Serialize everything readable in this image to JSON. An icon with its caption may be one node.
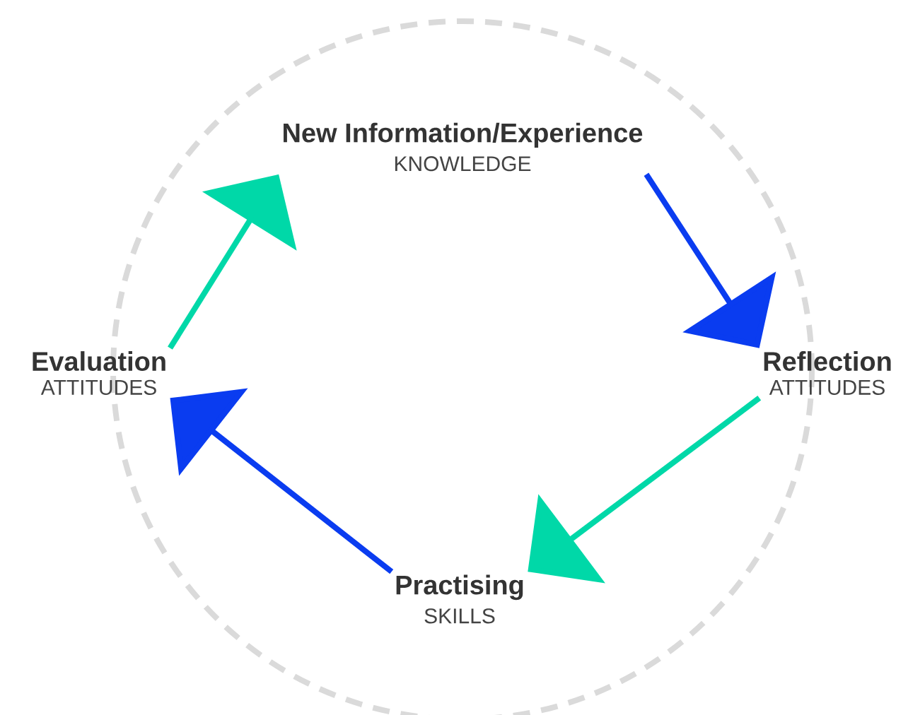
{
  "diagram": {
    "nodes": [
      {
        "text": [
          "New Information/Experience",
          "KNOWLEDGE"
        ]
      },
      {
        "text": [
          "Reflection",
          "ATTITUDES"
        ]
      },
      {
        "text": [
          "Practising",
          "SKILLS"
        ]
      },
      {
        "text": [
          "Evaluation",
          "ATTITUDES"
        ]
      }
    ],
    "edges": [
      {
        "from": 3,
        "to": 0,
        "arrow": "to",
        "color": "#00d8a8"
      },
      {
        "from": 0,
        "to": 1,
        "arrow": "to",
        "color": "#0a3cf0"
      },
      {
        "from": 1,
        "to": 2,
        "arrow": "to",
        "color": "#00d8a8"
      },
      {
        "from": 2,
        "to": 3,
        "arrow": "to",
        "color": "#0a3cf0"
      }
    ]
  }
}
